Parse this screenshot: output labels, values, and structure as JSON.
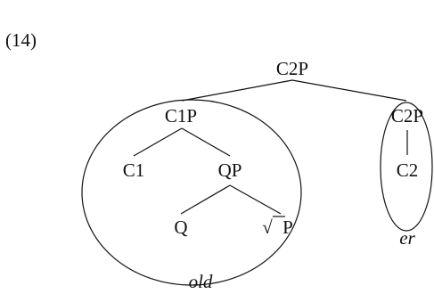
{
  "example_number": "(14)",
  "nodes": {
    "root": "C2P",
    "c1p": "C1P",
    "c2p_right": "C2P",
    "c1": "C1",
    "qp": "QP",
    "c2": "C2",
    "q": "Q",
    "root_symbol": "√",
    "root_p": "P"
  },
  "ellipse_labels": {
    "old": "old",
    "er": "er"
  }
}
